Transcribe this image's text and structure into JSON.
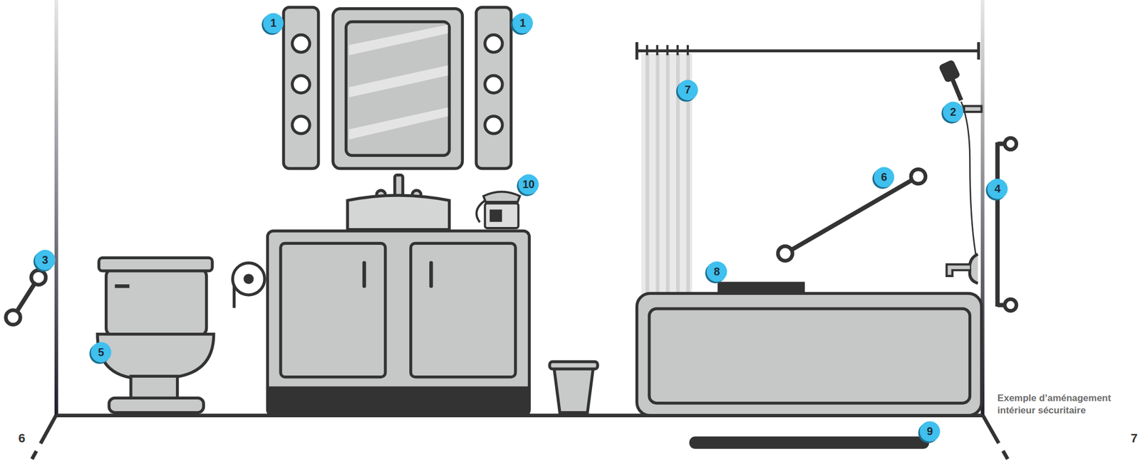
{
  "diagram": {
    "caption": "Exemple d’aménagement intérieur sécuritaire",
    "labels": [
      "1",
      "1",
      "2",
      "3",
      "4",
      "5",
      "6",
      "7",
      "8",
      "9",
      "10",
      "6",
      "7"
    ]
  }
}
